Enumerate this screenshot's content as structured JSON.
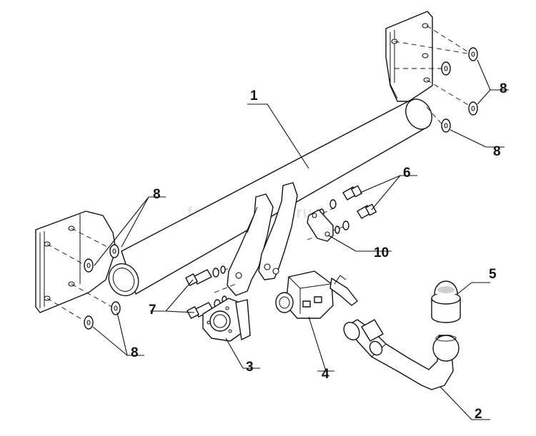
{
  "watermark": "farkop-center.ru",
  "callouts": {
    "c1": "1",
    "c2": "2",
    "c3": "3",
    "c4": "4",
    "c5": "5",
    "c6": "6",
    "c7": "7",
    "c8_top_right_upper": "8",
    "c8_top_right_lower": "8",
    "c8_left_upper": "8",
    "c8_left_lower": "8",
    "c10": "10"
  },
  "colors": {
    "line": "#111111",
    "background": "#ffffff",
    "watermark": "#e4e4e4"
  }
}
